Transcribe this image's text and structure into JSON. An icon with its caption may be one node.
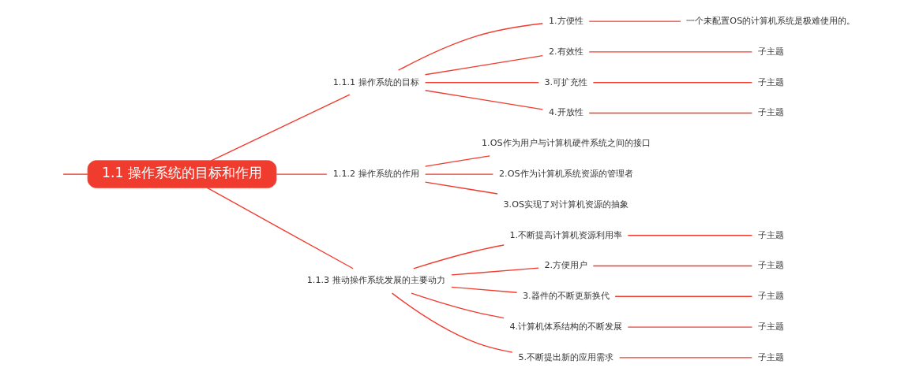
{
  "diagram": {
    "nodes": [
      {
        "text": [
          "1.1 操作系统的目标和作用"
        ]
      },
      {
        "text": [
          "1.1.1 操作系统的目标"
        ]
      },
      {
        "text": [
          "1.方便性"
        ]
      },
      {
        "text": [
          "一个未配置OS的计算机系统是极难使用的。"
        ]
      },
      {
        "text": [
          "2.有效性"
        ]
      },
      {
        "text": [
          "子主题"
        ]
      },
      {
        "text": [
          "3.可扩充性"
        ]
      },
      {
        "text": [
          "子主题"
        ]
      },
      {
        "text": [
          "4.开放性"
        ]
      },
      {
        "text": [
          "子主题"
        ]
      },
      {
        "text": [
          "1.1.2 操作系统的作用"
        ]
      },
      {
        "text": [
          "1.OS作为用户与计算机硬件系统之间的接口"
        ]
      },
      {
        "text": [
          "2.OS作为计算机系统资源的管理者"
        ]
      },
      {
        "text": [
          "3.OS实现了对计算机资源的抽象"
        ]
      },
      {
        "text": [
          "1.1.3 推动操作系统发展的主要动力"
        ]
      },
      {
        "text": [
          "1.不断提高计算机资源利用率"
        ]
      },
      {
        "text": [
          "子主题"
        ]
      },
      {
        "text": [
          "2.方便用户"
        ]
      },
      {
        "text": [
          "子主题"
        ]
      },
      {
        "text": [
          "3.器件的不断更新换代"
        ]
      },
      {
        "text": [
          "子主题"
        ]
      },
      {
        "text": [
          "4.计算机体系结构的不断发展"
        ]
      },
      {
        "text": [
          "子主题"
        ]
      },
      {
        "text": [
          "5.不断提出新的应用需求"
        ]
      },
      {
        "text": [
          "子主题"
        ]
      }
    ],
    "edges": [
      {
        "from": null,
        "to": 0,
        "arrow": "none"
      },
      {
        "from": 0,
        "to": 1,
        "arrow": "none"
      },
      {
        "from": 1,
        "to": 2,
        "arrow": "none"
      },
      {
        "from": 2,
        "to": 3,
        "arrow": "none"
      },
      {
        "from": 1,
        "to": 4,
        "arrow": "none"
      },
      {
        "from": 4,
        "to": 5,
        "arrow": "none"
      },
      {
        "from": 1,
        "to": 6,
        "arrow": "none"
      },
      {
        "from": 6,
        "to": 7,
        "arrow": "none"
      },
      {
        "from": 1,
        "to": 8,
        "arrow": "none"
      },
      {
        "from": 8,
        "to": 9,
        "arrow": "none"
      },
      {
        "from": 0,
        "to": 10,
        "arrow": "none"
      },
      {
        "from": 10,
        "to": 11,
        "arrow": "none"
      },
      {
        "from": 10,
        "to": 12,
        "arrow": "none"
      },
      {
        "from": 10,
        "to": 13,
        "arrow": "none"
      },
      {
        "from": 0,
        "to": 14,
        "arrow": "none"
      },
      {
        "from": 14,
        "to": 15,
        "arrow": "none"
      },
      {
        "from": 15,
        "to": 16,
        "arrow": "none"
      },
      {
        "from": 14,
        "to": 17,
        "arrow": "none"
      },
      {
        "from": 17,
        "to": 18,
        "arrow": "none"
      },
      {
        "from": 14,
        "to": 19,
        "arrow": "none"
      },
      {
        "from": 19,
        "to": 20,
        "arrow": "none"
      },
      {
        "from": 14,
        "to": 21,
        "arrow": "none"
      },
      {
        "from": 21,
        "to": 22,
        "arrow": "none"
      },
      {
        "from": 14,
        "to": 23,
        "arrow": "none"
      },
      {
        "from": 23,
        "to": 24,
        "arrow": "none"
      }
    ]
  }
}
